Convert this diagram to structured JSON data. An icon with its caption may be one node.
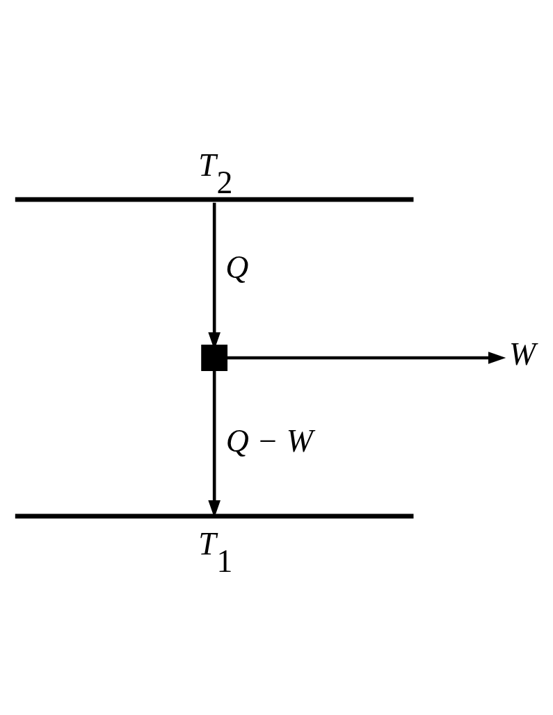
{
  "diagram": {
    "nodes": [
      {
        "text": [
          "T$_{2}$"
        ]
      },
      {
        "text": [],
        "shape": "box"
      },
      {
        "text": [
          "W"
        ]
      },
      {
        "text": [
          "T$_{1}$"
        ]
      }
    ],
    "edges": [
      {
        "from": 0,
        "to": 1,
        "arrow": "to",
        "label": "Q"
      },
      {
        "from": 1,
        "to": 2,
        "arrow": "to"
      },
      {
        "from": 1,
        "to": 3,
        "arrow": "to",
        "label": "Q − W"
      }
    ]
  }
}
